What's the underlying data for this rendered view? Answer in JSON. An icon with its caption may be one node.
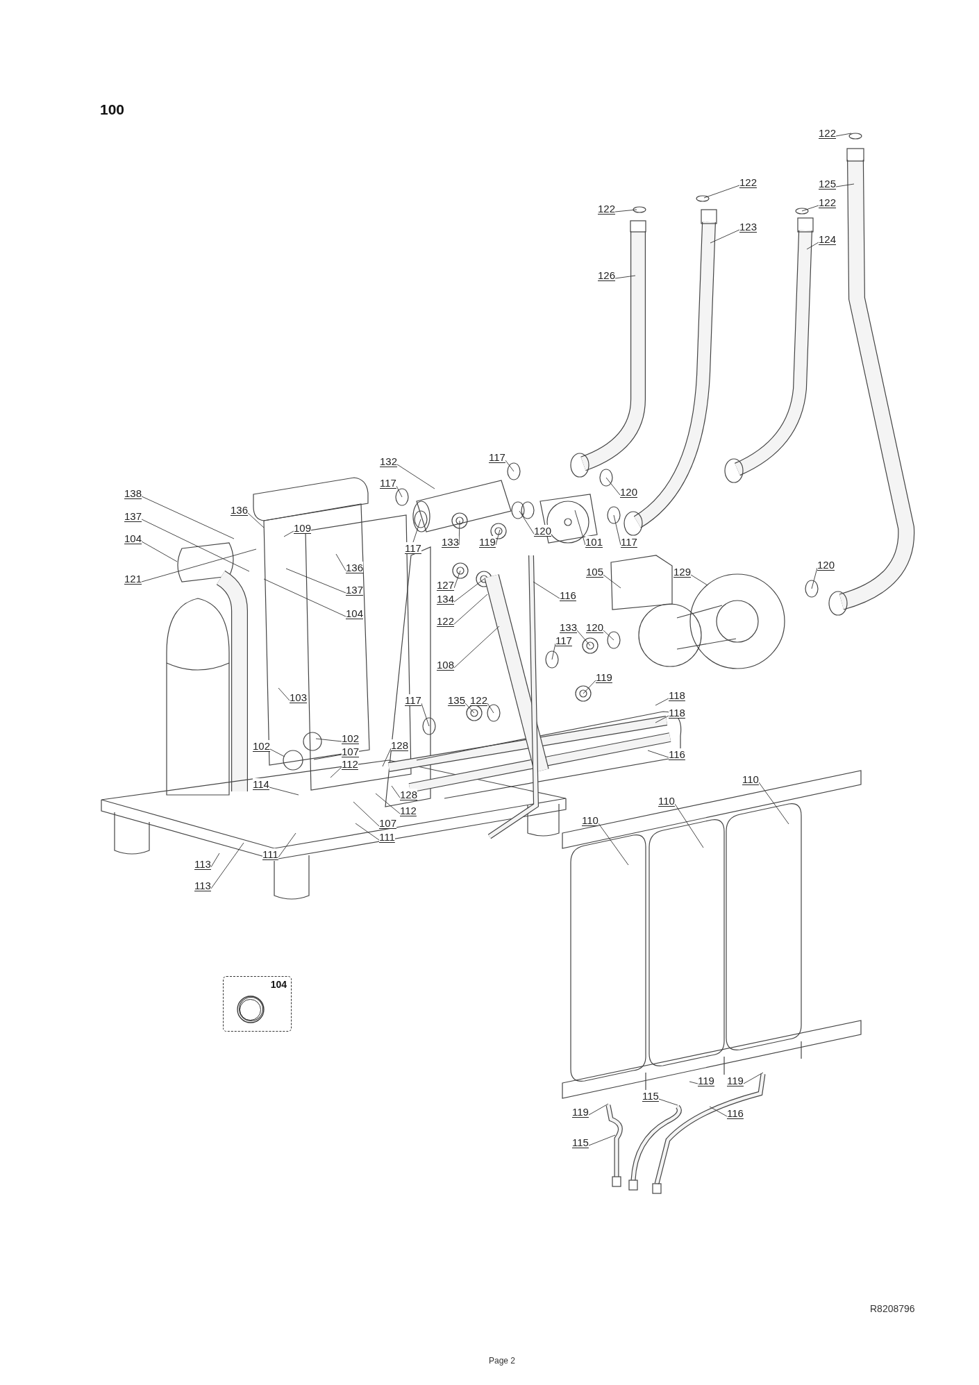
{
  "diagram": {
    "title": "100",
    "nodes": [
      {
        "text": [
          "122"
        ]
      },
      {
        "text": [
          "122"
        ]
      },
      {
        "text": [
          "125"
        ]
      },
      {
        "text": [
          "122"
        ]
      },
      {
        "text": [
          "122"
        ]
      },
      {
        "text": [
          "123"
        ]
      },
      {
        "text": [
          "124"
        ]
      },
      {
        "text": [
          "126"
        ]
      },
      {
        "text": [
          "132"
        ]
      },
      {
        "text": [
          "117"
        ]
      },
      {
        "text": [
          "117"
        ]
      },
      {
        "text": [
          "120"
        ]
      },
      {
        "text": [
          "138"
        ]
      },
      {
        "text": [
          "136"
        ]
      },
      {
        "text": [
          "137"
        ]
      },
      {
        "text": [
          "109"
        ]
      },
      {
        "text": [
          "117"
        ]
      },
      {
        "text": [
          "133"
        ]
      },
      {
        "text": [
          "119"
        ]
      },
      {
        "text": [
          "120"
        ]
      },
      {
        "text": [
          "101"
        ]
      },
      {
        "text": [
          "117"
        ]
      },
      {
        "text": [
          "104"
        ]
      },
      {
        "text": [
          "136"
        ]
      },
      {
        "text": [
          "121"
        ]
      },
      {
        "text": [
          "127"
        ]
      },
      {
        "text": [
          "105"
        ]
      },
      {
        "text": [
          "129"
        ]
      },
      {
        "text": [
          "120"
        ]
      },
      {
        "text": [
          "137"
        ]
      },
      {
        "text": [
          "116"
        ]
      },
      {
        "text": [
          "134"
        ]
      },
      {
        "text": [
          "104"
        ]
      },
      {
        "text": [
          "122"
        ]
      },
      {
        "text": [
          "133"
        ]
      },
      {
        "text": [
          "120"
        ]
      },
      {
        "text": [
          "117"
        ]
      },
      {
        "text": [
          "108"
        ]
      },
      {
        "text": [
          "119"
        ]
      },
      {
        "text": [
          "118"
        ]
      },
      {
        "text": [
          "103"
        ]
      },
      {
        "text": [
          "117"
        ]
      },
      {
        "text": [
          "135"
        ]
      },
      {
        "text": [
          "122"
        ]
      },
      {
        "text": [
          "118"
        ]
      },
      {
        "text": [
          "102"
        ]
      },
      {
        "text": [
          "128"
        ]
      },
      {
        "text": [
          "102"
        ]
      },
      {
        "text": [
          "107"
        ]
      },
      {
        "text": [
          "116"
        ]
      },
      {
        "text": [
          "112"
        ]
      },
      {
        "text": [
          "110"
        ]
      },
      {
        "text": [
          "114"
        ]
      },
      {
        "text": [
          "128"
        ]
      },
      {
        "text": [
          "110"
        ]
      },
      {
        "text": [
          "112"
        ]
      },
      {
        "text": [
          "110"
        ]
      },
      {
        "text": [
          "107"
        ]
      },
      {
        "text": [
          "111"
        ]
      },
      {
        "text": [
          "111"
        ]
      },
      {
        "text": [
          "113"
        ]
      },
      {
        "text": [
          "113"
        ]
      },
      {
        "text": [
          "104"
        ]
      },
      {
        "text": [
          "119"
        ]
      },
      {
        "text": [
          "119"
        ]
      },
      {
        "text": [
          "115"
        ]
      },
      {
        "text": [
          "119"
        ]
      },
      {
        "text": [
          "116"
        ]
      },
      {
        "text": [
          "115"
        ]
      }
    ],
    "edges": [
      {
        "from": 0,
        "to": null,
        "arrow": "none"
      },
      {
        "from": 1,
        "to": null,
        "arrow": "none"
      },
      {
        "from": 2,
        "to": null,
        "arrow": "none"
      },
      {
        "from": 3,
        "to": null,
        "arrow": "none"
      },
      {
        "from": 4,
        "to": null,
        "arrow": "none"
      },
      {
        "from": 5,
        "to": null,
        "arrow": "none"
      },
      {
        "from": 6,
        "to": null,
        "arrow": "none"
      },
      {
        "from": 7,
        "to": null,
        "arrow": "none"
      },
      {
        "from": 8,
        "to": null,
        "arrow": "none"
      },
      {
        "from": 9,
        "to": null,
        "arrow": "none"
      },
      {
        "from": 10,
        "to": null,
        "arrow": "none"
      },
      {
        "from": 11,
        "to": null,
        "arrow": "none"
      },
      {
        "from": 12,
        "to": null,
        "arrow": "none"
      },
      {
        "from": 13,
        "to": null,
        "arrow": "none"
      },
      {
        "from": 14,
        "to": null,
        "arrow": "none"
      },
      {
        "from": 15,
        "to": null,
        "arrow": "none"
      },
      {
        "from": 16,
        "to": null,
        "arrow": "none"
      },
      {
        "from": 17,
        "to": null,
        "arrow": "none"
      },
      {
        "from": 18,
        "to": null,
        "arrow": "none"
      },
      {
        "from": 19,
        "to": null,
        "arrow": "none"
      },
      {
        "from": 20,
        "to": null,
        "arrow": "none"
      },
      {
        "from": 21,
        "to": null,
        "arrow": "none"
      },
      {
        "from": 22,
        "to": null,
        "arrow": "none"
      },
      {
        "from": 23,
        "to": null,
        "arrow": "none"
      },
      {
        "from": 24,
        "to": null,
        "arrow": "none"
      },
      {
        "from": 25,
        "to": null,
        "arrow": "none"
      },
      {
        "from": 26,
        "to": null,
        "arrow": "none"
      },
      {
        "from": 27,
        "to": null,
        "arrow": "none"
      },
      {
        "from": 28,
        "to": null,
        "arrow": "none"
      },
      {
        "from": 29,
        "to": null,
        "arrow": "none"
      },
      {
        "from": 30,
        "to": null,
        "arrow": "none"
      },
      {
        "from": 31,
        "to": null,
        "arrow": "none"
      },
      {
        "from": 32,
        "to": null,
        "arrow": "none"
      },
      {
        "from": 33,
        "to": null,
        "arrow": "none"
      },
      {
        "from": 34,
        "to": null,
        "arrow": "none"
      },
      {
        "from": 35,
        "to": null,
        "arrow": "none"
      },
      {
        "from": 36,
        "to": null,
        "arrow": "none"
      },
      {
        "from": 37,
        "to": null,
        "arrow": "none"
      },
      {
        "from": 38,
        "to": null,
        "arrow": "none"
      },
      {
        "from": 39,
        "to": null,
        "arrow": "none"
      },
      {
        "from": 40,
        "to": null,
        "arrow": "none"
      },
      {
        "from": 41,
        "to": null,
        "arrow": "none"
      },
      {
        "from": 42,
        "to": null,
        "arrow": "none"
      },
      {
        "from": 43,
        "to": null,
        "arrow": "none"
      },
      {
        "from": 44,
        "to": null,
        "arrow": "none"
      },
      {
        "from": 45,
        "to": null,
        "arrow": "none"
      },
      {
        "from": 46,
        "to": null,
        "arrow": "none"
      },
      {
        "from": 47,
        "to": null,
        "arrow": "none"
      },
      {
        "from": 48,
        "to": null,
        "arrow": "none"
      },
      {
        "from": 49,
        "to": null,
        "arrow": "none"
      },
      {
        "from": 50,
        "to": null,
        "arrow": "none"
      },
      {
        "from": 51,
        "to": null,
        "arrow": "none"
      },
      {
        "from": 52,
        "to": null,
        "arrow": "none"
      },
      {
        "from": 53,
        "to": null,
        "arrow": "none"
      },
      {
        "from": 54,
        "to": null,
        "arrow": "none"
      },
      {
        "from": 55,
        "to": null,
        "arrow": "none"
      },
      {
        "from": 56,
        "to": null,
        "arrow": "none"
      },
      {
        "from": 57,
        "to": null,
        "arrow": "none"
      },
      {
        "from": 58,
        "to": null,
        "arrow": "none"
      },
      {
        "from": 59,
        "to": null,
        "arrow": "none"
      },
      {
        "from": 60,
        "to": null,
        "arrow": "none"
      },
      {
        "from": 61,
        "to": null,
        "arrow": "none"
      },
      {
        "from": 63,
        "to": null,
        "arrow": "none"
      },
      {
        "from": 64,
        "to": null,
        "arrow": "none"
      },
      {
        "from": 65,
        "to": null,
        "arrow": "none"
      },
      {
        "from": 66,
        "to": null,
        "arrow": "none"
      },
      {
        "from": 67,
        "to": null,
        "arrow": "none"
      },
      {
        "from": 68,
        "to": null,
        "arrow": "none"
      }
    ],
    "labels": [
      "R8208796",
      "Page 2"
    ]
  }
}
